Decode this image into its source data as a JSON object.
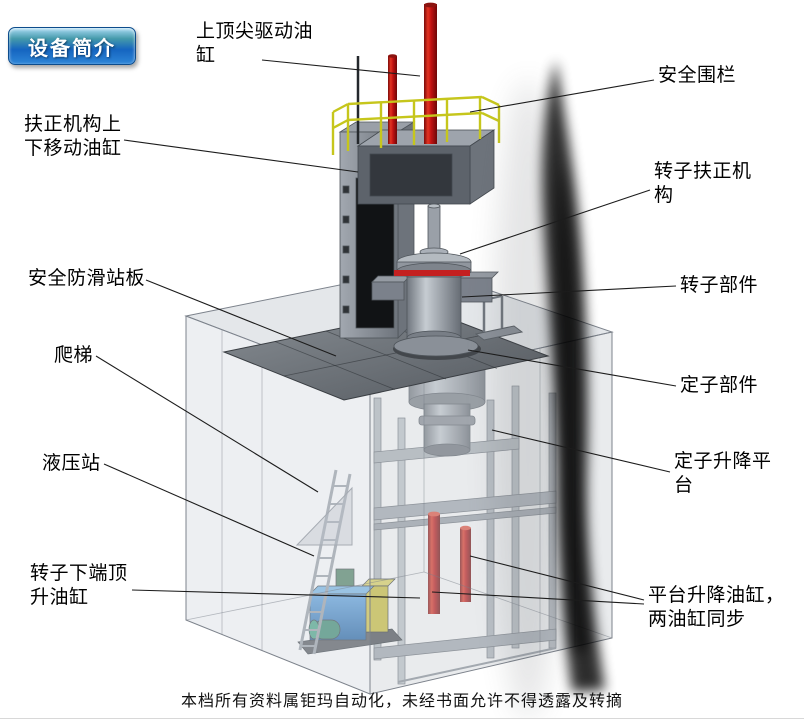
{
  "page": {
    "title_badge": "设备简介",
    "footer": "本档所有资料属钜玛自动化，未经书面允许不得透露及转摘"
  },
  "labels": {
    "top_spindle_cylinder": "上顶尖驱动油缸",
    "safety_fence": "安全围栏",
    "centering_updown_cylinder": "扶正机构上下移动油缸",
    "rotor_centering_mechanism": "转子扶正机构",
    "anti_slip_board": "安全防滑站板",
    "rotor_component": "转子部件",
    "ladder": "爬梯",
    "stator_component": "定子部件",
    "hydraulic_station": "液压站",
    "stator_lift_platform": "定子升降平台",
    "rotor_bottom_jack_cylinder": "转子下端顶升油缸",
    "platform_lift_cylinders": "平台升降油缸，两油缸同步"
  },
  "colors": {
    "badge_blue": "#1565c0",
    "cylinder_red": "#c01212",
    "railing_yellow": "#c6c61c",
    "hydraulic_blue": "#2b7fc4",
    "hydraulic_yellow": "#cfc23a",
    "motor_green": "#2f8468",
    "steel_gray": "#8a9098",
    "deck_gray": "#646a70"
  }
}
